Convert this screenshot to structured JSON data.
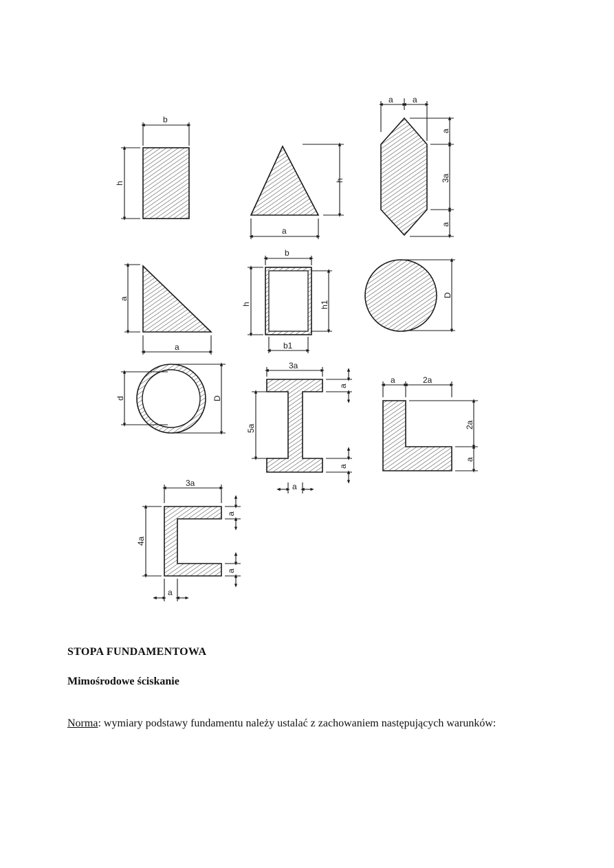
{
  "figure": {
    "labels": {
      "rect_b": "b",
      "rect_h": "h",
      "tri_h": "h",
      "tri_a": "a",
      "hex_a1": "a",
      "hex_a2": "a",
      "hex_top": "a",
      "hex_mid": "3a",
      "hex_bot": "a",
      "rtri_a_side": "a",
      "rtri_a_base": "a",
      "box_b": "b",
      "box_h": "h",
      "box_h1": "h1",
      "box_b1": "b1",
      "circle_D": "D",
      "ring_d": "d",
      "ring_D": "D",
      "ibeam_top": "3a",
      "ibeam_flange_top": "a",
      "ibeam_height": "5a",
      "ibeam_flange_bot": "a",
      "ibeam_web": "a",
      "angle_a": "a",
      "angle_2a_top": "2a",
      "angle_2a_side": "2a",
      "angle_a_side": "a",
      "channel_top": "3a",
      "channel_flange_top": "a",
      "channel_height": "4a",
      "channel_flange_bot": "a",
      "channel_web": "a"
    }
  },
  "section": {
    "title": "STOPA FUNDAMENTOWA",
    "subtitle": "Mimośrodowe ściskanie",
    "paragraph": {
      "term": "Norma",
      "text": ": wymiary podstawy fundamentu należy ustalać z zachowaniem następujących warunków:"
    }
  }
}
